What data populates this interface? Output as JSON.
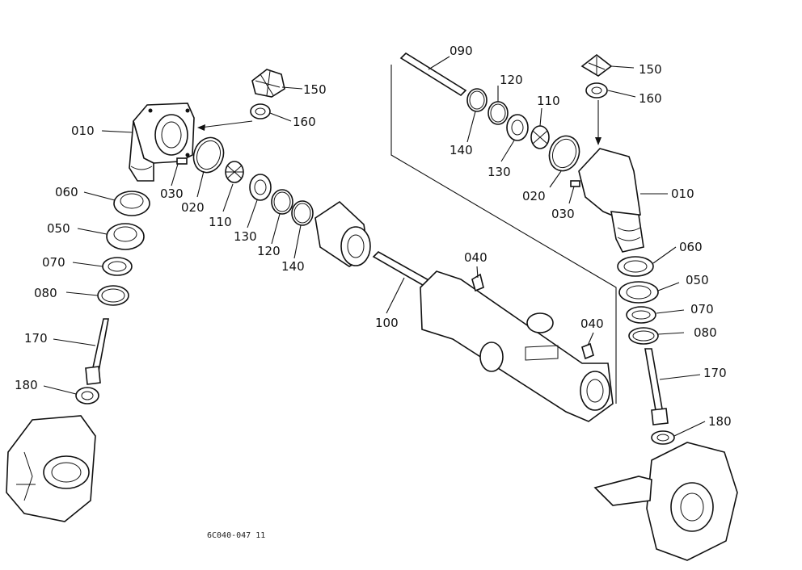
{
  "diagram": {
    "footer_code": "6C040-047 11",
    "labels": [
      {
        "id": "l010a",
        "text": "010"
      },
      {
        "id": "l030a",
        "text": "030"
      },
      {
        "id": "l020a",
        "text": "020"
      },
      {
        "id": "l110a",
        "text": "110"
      },
      {
        "id": "l130a",
        "text": "130"
      },
      {
        "id": "l120a",
        "text": "120"
      },
      {
        "id": "l140a",
        "text": "140"
      },
      {
        "id": "l150a",
        "text": "150"
      },
      {
        "id": "l160a",
        "text": "160"
      },
      {
        "id": "l060a",
        "text": "060"
      },
      {
        "id": "l050a",
        "text": "050"
      },
      {
        "id": "l070a",
        "text": "070"
      },
      {
        "id": "l080a",
        "text": "080"
      },
      {
        "id": "l170a",
        "text": "170"
      },
      {
        "id": "l180a",
        "text": "180"
      },
      {
        "id": "l100",
        "text": "100"
      },
      {
        "id": "l040a",
        "text": "040"
      },
      {
        "id": "l040b",
        "text": "040"
      },
      {
        "id": "l090",
        "text": "090"
      },
      {
        "id": "l120b",
        "text": "120"
      },
      {
        "id": "l110b",
        "text": "110"
      },
      {
        "id": "l140b",
        "text": "140"
      },
      {
        "id": "l130b",
        "text": "130"
      },
      {
        "id": "l020b",
        "text": "020"
      },
      {
        "id": "l030b",
        "text": "030"
      },
      {
        "id": "l010b",
        "text": "010"
      },
      {
        "id": "l150b",
        "text": "150"
      },
      {
        "id": "l160b",
        "text": "160"
      },
      {
        "id": "l060b",
        "text": "060"
      },
      {
        "id": "l050b",
        "text": "050"
      },
      {
        "id": "l070b",
        "text": "070"
      },
      {
        "id": "l080b",
        "text": "080"
      },
      {
        "id": "l170b",
        "text": "170"
      },
      {
        "id": "l180b",
        "text": "180"
      }
    ]
  }
}
